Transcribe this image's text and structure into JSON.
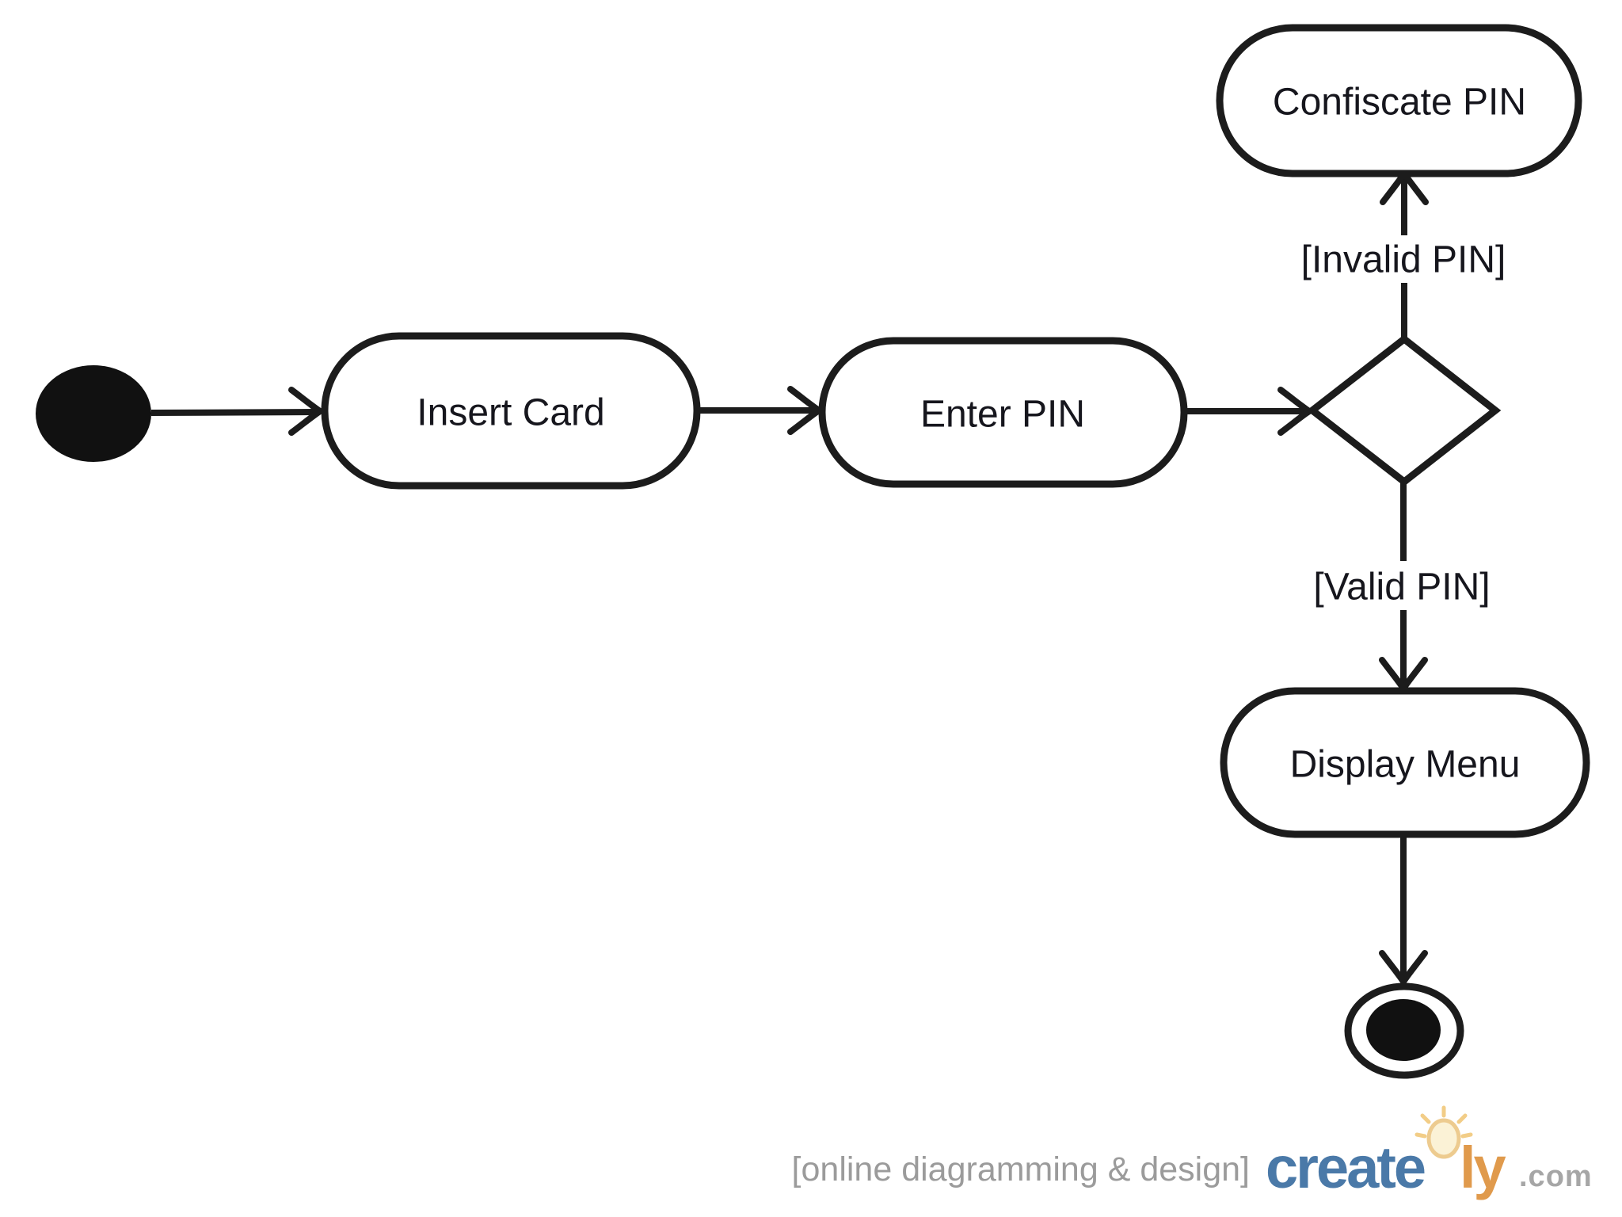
{
  "nodes": {
    "insert_card": "Insert Card",
    "enter_pin": "Enter PIN",
    "confiscate_pin": "Confiscate PIN",
    "display_menu": "Display Menu"
  },
  "guards": {
    "invalid_pin": "[Invalid PIN]",
    "valid_pin": "[Valid PIN]"
  },
  "edges": [
    {
      "from": "start",
      "to": "insert_card",
      "label": ""
    },
    {
      "from": "insert_card",
      "to": "enter_pin",
      "label": ""
    },
    {
      "from": "enter_pin",
      "to": "decision",
      "label": ""
    },
    {
      "from": "decision",
      "to": "confiscate_pin",
      "label": "[Invalid PIN]"
    },
    {
      "from": "decision",
      "to": "display_menu",
      "label": "[Valid PIN]"
    },
    {
      "from": "display_menu",
      "to": "end",
      "label": ""
    }
  ],
  "watermark": {
    "tagline": "[online diagramming & design]",
    "brand": "create",
    "brand_accent": "ly",
    "domain_suffix": ".com"
  },
  "colors": {
    "stroke": "#1c1c1c",
    "brand_blue": "#4a79a8",
    "brand_orange": "#e09a4c",
    "tagline_gray": "#9b9b9b"
  }
}
